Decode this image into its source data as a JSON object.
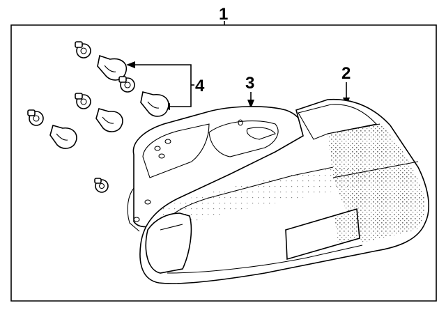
{
  "diagram": {
    "callouts": {
      "assembly": "1",
      "lens": "2",
      "gasket": "3",
      "bulbs": "4"
    },
    "colors": {
      "line": "#000000",
      "background": "#ffffff"
    }
  }
}
